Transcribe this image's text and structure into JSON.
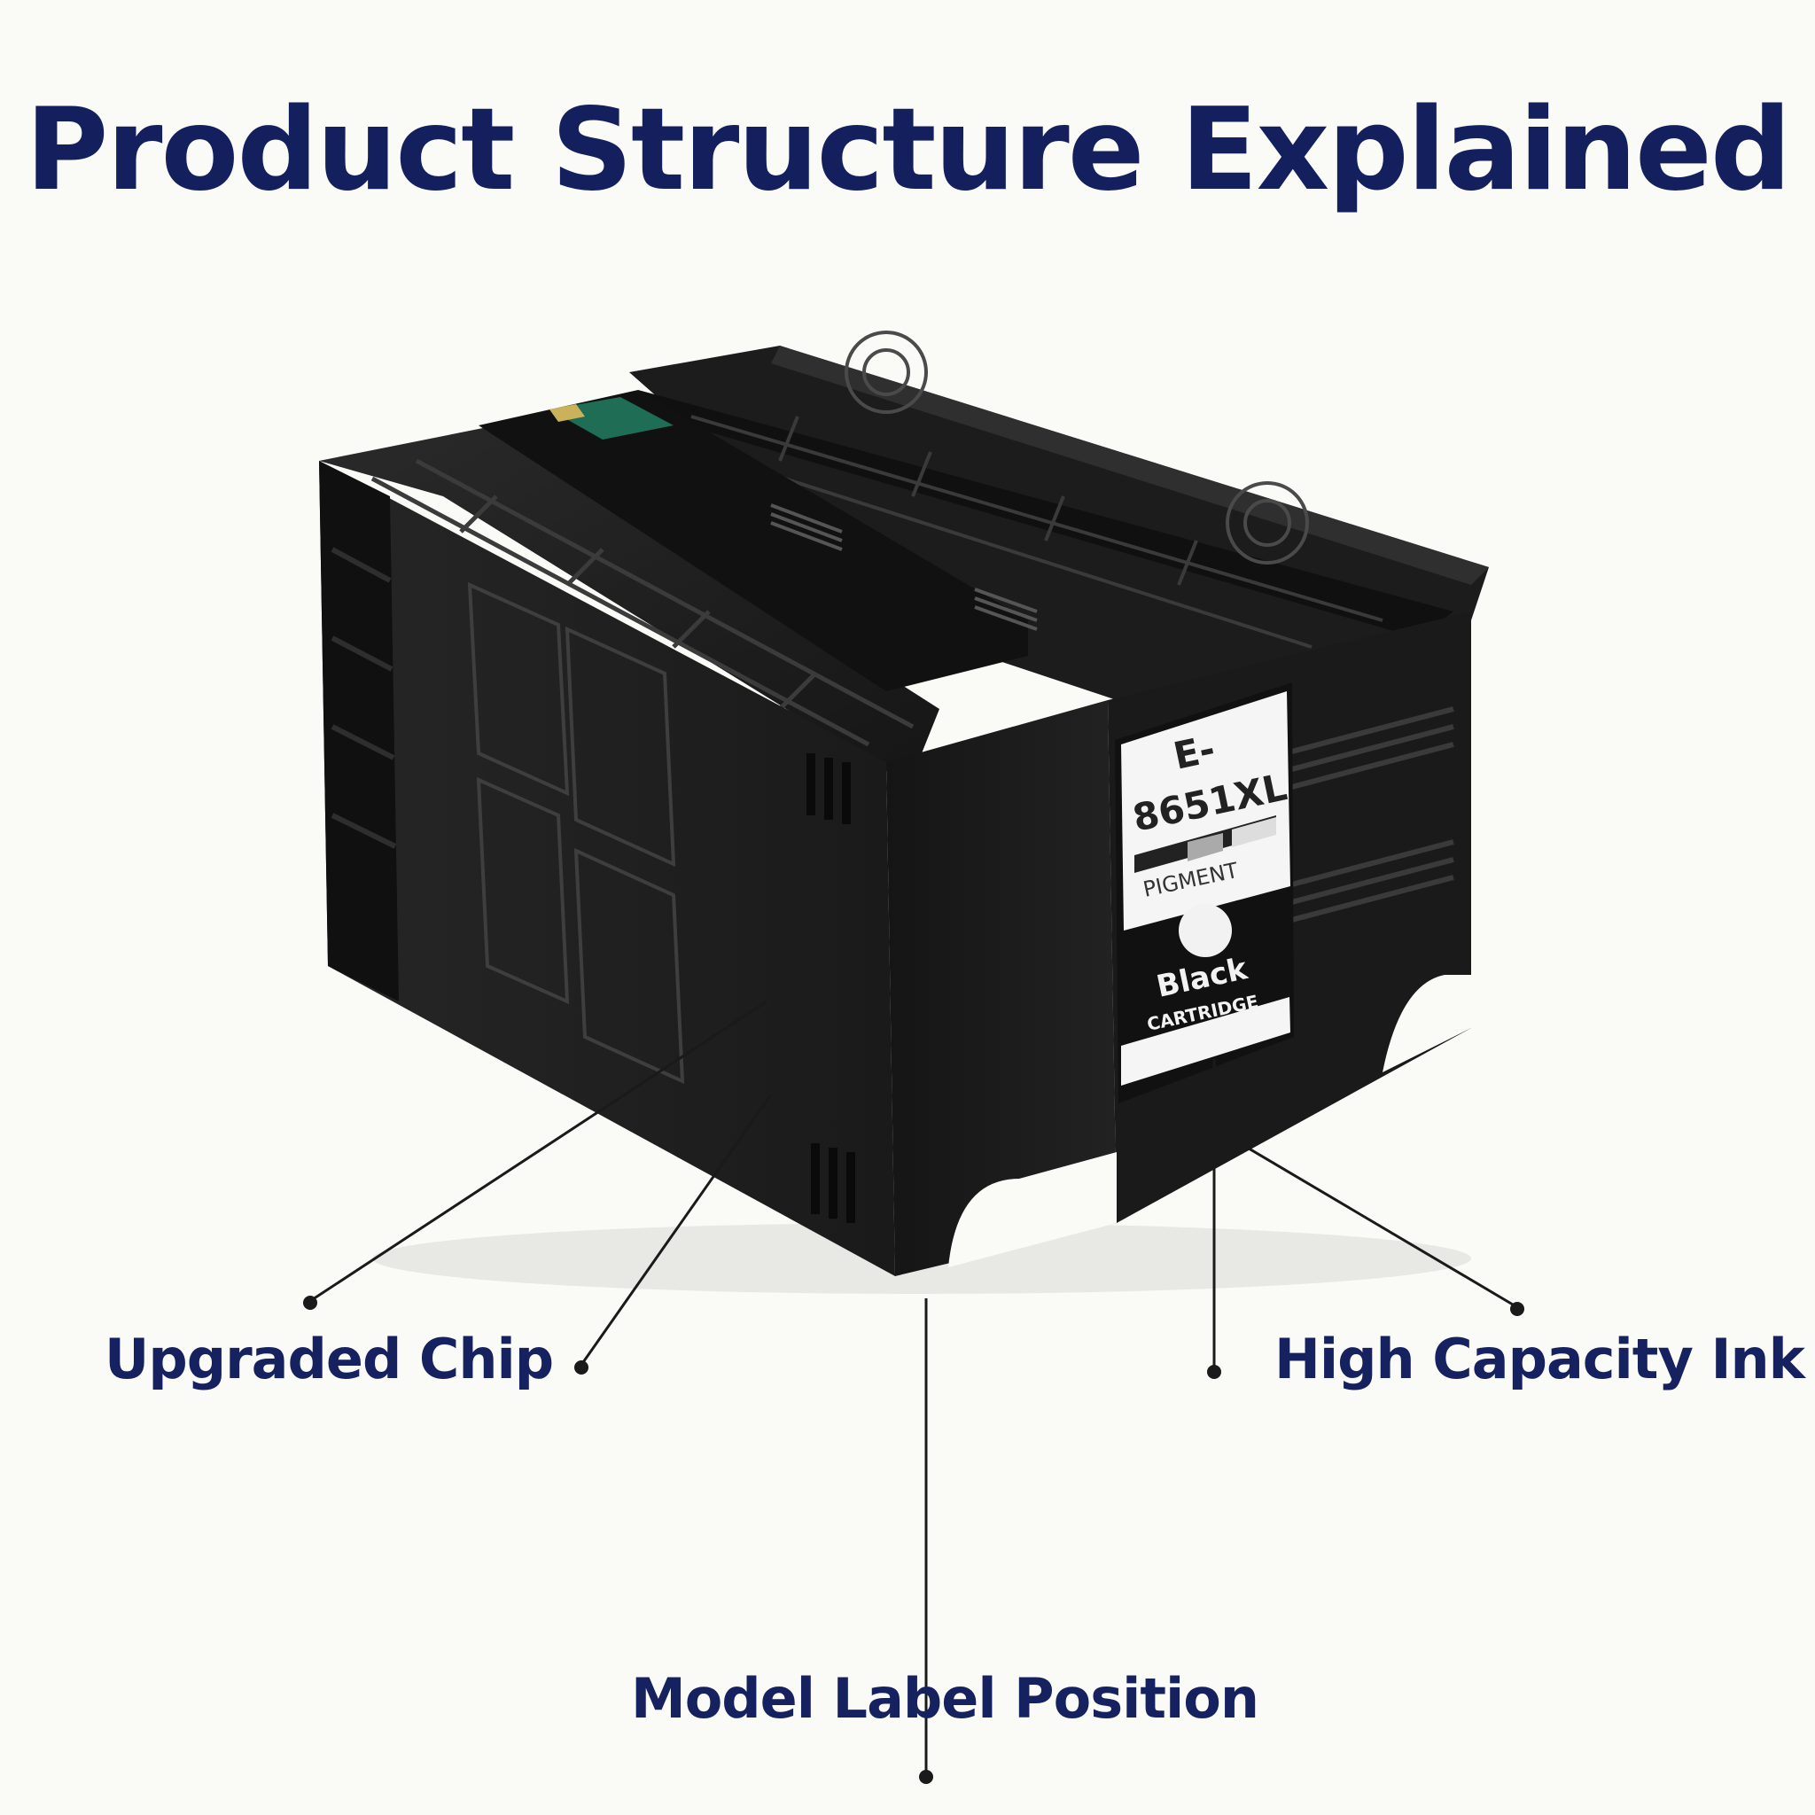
{
  "title": "Product Structure Explained",
  "callouts": {
    "upgraded_chip": "Upgraded Chip",
    "high_capacity_ink": "High Capacity Ink",
    "model_label_position": "Model Label Position"
  },
  "label": {
    "model_line1": "E-",
    "model_line2": "8651XL",
    "ink_type": "PIGMENT",
    "color": "Black",
    "product": "CARTRIDGE"
  },
  "colors": {
    "title": "#14205e",
    "background": "#fafaf7",
    "cartridge": "#1d1d1d"
  }
}
